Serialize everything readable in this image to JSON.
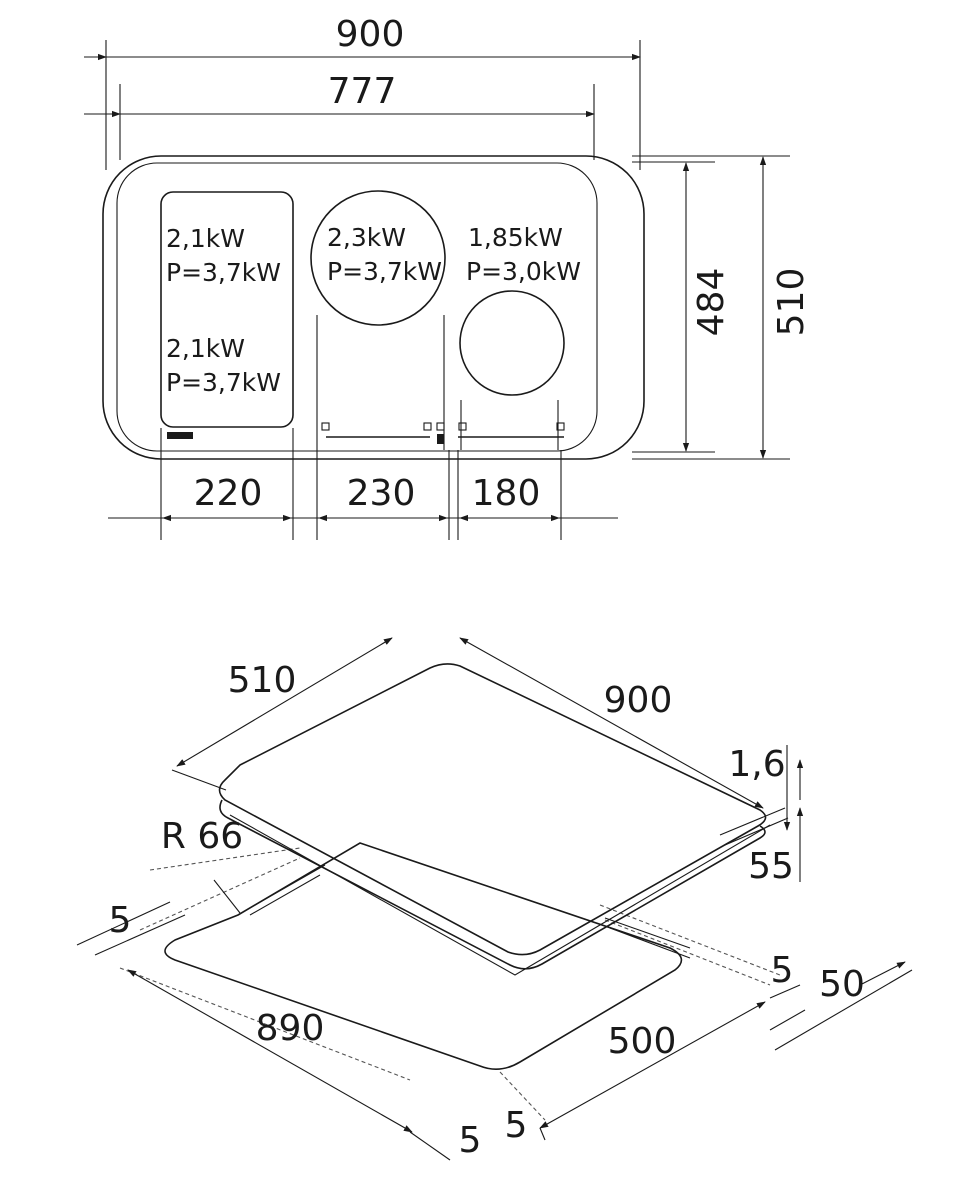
{
  "top_view": {
    "width_overall": "900",
    "width_glass_zone": "777",
    "depth_inner": "484",
    "depth_overall": "510",
    "spacing_1": "220",
    "spacing_2": "230",
    "spacing_3": "180",
    "zones": [
      {
        "line1": "2,1kW",
        "line2": "P=3,7kW"
      },
      {
        "line1": "2,1kW",
        "line2": "P=3,7kW"
      },
      {
        "line1": "2,3kW",
        "line2": "P=3,7kW"
      },
      {
        "line1": "1,85kW",
        "line2": "P=3,0kW"
      }
    ]
  },
  "iso_view": {
    "depth": "510",
    "width": "900",
    "glass_thickness": "1,6",
    "height": "55",
    "corner_radius": "R 66",
    "margin_left": "5",
    "cutout_width": "890",
    "cutout_depth": "500",
    "margin_right": "5",
    "clearance": "50",
    "margin_bottom_a": "5",
    "margin_bottom_b": "5"
  }
}
